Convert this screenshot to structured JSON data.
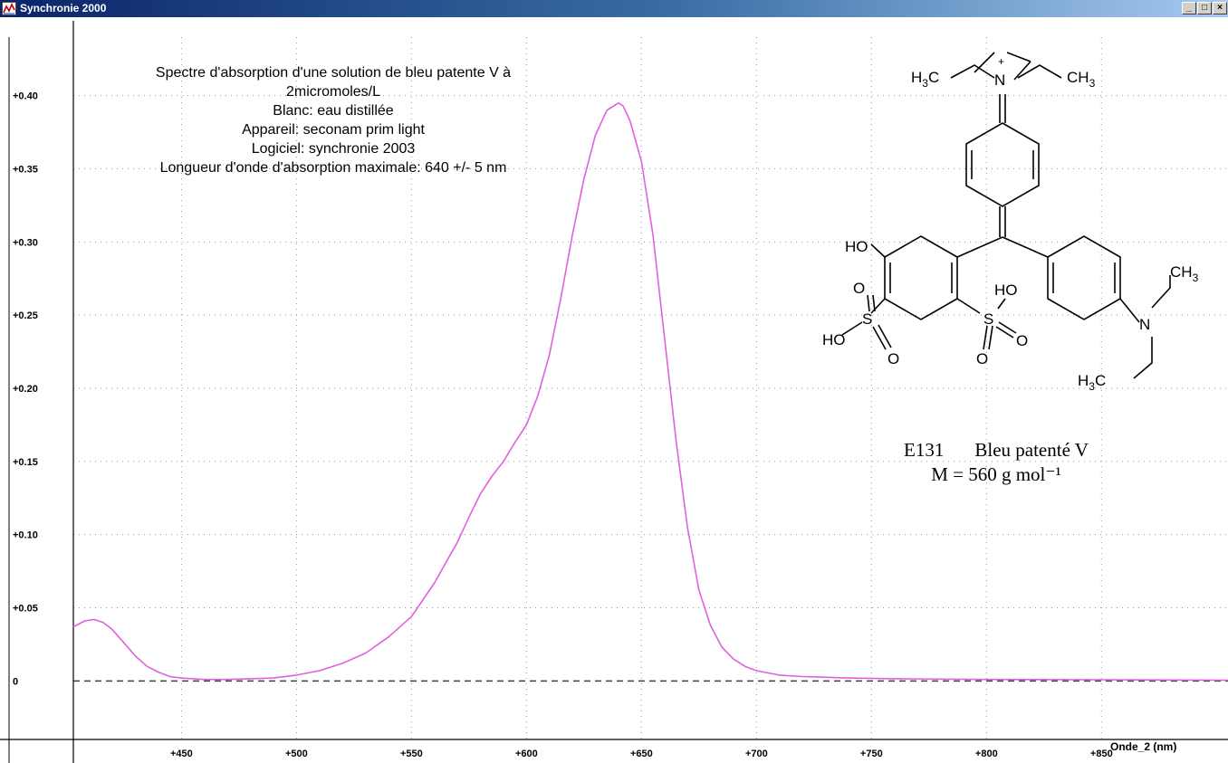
{
  "window": {
    "title": "Synchronie 2000",
    "icon": "synchronie-app-icon",
    "controls": {
      "minimize": "_",
      "maximize": "□",
      "close": "×"
    }
  },
  "annotation": {
    "lines": [
      "Spectre d'absorption d'une solution de bleu patente V à",
      "2micromoles/L",
      "Blanc: eau distillée",
      "Appareil: seconam prim light",
      "Logiciel: synchronie 2003",
      "Longueur d'onde d'absorption maximale: 640 +/- 5 nm"
    ]
  },
  "molecule": {
    "caption_code": "E131",
    "caption_name": "Bleu patenté V",
    "caption_mass": "M = 560 g mol⁻¹",
    "atoms": {
      "h3c": "H",
      "h3c_sub": "3",
      "c": "C",
      "n": "N",
      "plus": "+",
      "ch": "CH",
      "ch3_sub": "3",
      "ho": "HO",
      "o": "O",
      "s": "S"
    }
  },
  "colors": {
    "curve": "#e060e0",
    "grid": "#9a9a9a",
    "baseline": "#404040",
    "axis": "#000000"
  },
  "chart_data": {
    "type": "line",
    "xlabel": "Onde_2 (nm)",
    "ylabel": "",
    "xlim": [
      403,
      905
    ],
    "ylim": [
      -0.04,
      0.44
    ],
    "x_ticks": [
      450,
      500,
      550,
      600,
      650,
      700,
      750,
      800,
      850
    ],
    "x_tick_labels": [
      "+450",
      "+500",
      "+550",
      "+600",
      "+650",
      "+700",
      "+750",
      "+800",
      "+850"
    ],
    "y_ticks": [
      0,
      0.05,
      0.1,
      0.15,
      0.2,
      0.25,
      0.3,
      0.35,
      0.4
    ],
    "y_tick_labels": [
      "0",
      "+0.05",
      "+0.10",
      "+0.15",
      "+0.20",
      "+0.25",
      "+0.30",
      "+0.35",
      "+0.40"
    ],
    "grid": true,
    "baseline": 0,
    "series": [
      {
        "x": [
          403,
          408,
          412,
          416,
          420,
          425,
          430,
          435,
          440,
          445,
          450,
          455,
          460,
          470,
          480,
          490,
          500,
          510,
          520,
          530,
          540,
          550,
          560,
          570,
          575,
          580,
          585,
          590,
          595,
          600,
          605,
          610,
          615,
          620,
          625,
          630,
          635,
          640,
          642,
          645,
          650,
          655,
          660,
          665,
          670,
          675,
          680,
          685,
          690,
          695,
          700,
          710,
          720,
          740,
          760,
          800,
          850,
          905
        ],
        "y": [
          0.037,
          0.041,
          0.042,
          0.04,
          0.035,
          0.026,
          0.017,
          0.01,
          0.006,
          0.003,
          0.002,
          0.0015,
          0.001,
          0.001,
          0.0015,
          0.002,
          0.004,
          0.007,
          0.012,
          0.019,
          0.03,
          0.044,
          0.067,
          0.095,
          0.112,
          0.128,
          0.14,
          0.15,
          0.163,
          0.175,
          0.195,
          0.223,
          0.262,
          0.305,
          0.343,
          0.373,
          0.39,
          0.395,
          0.393,
          0.383,
          0.355,
          0.305,
          0.235,
          0.165,
          0.105,
          0.062,
          0.038,
          0.023,
          0.015,
          0.01,
          0.007,
          0.004,
          0.003,
          0.002,
          0.0015,
          0.001,
          0.0008,
          0.0005
        ]
      }
    ]
  }
}
